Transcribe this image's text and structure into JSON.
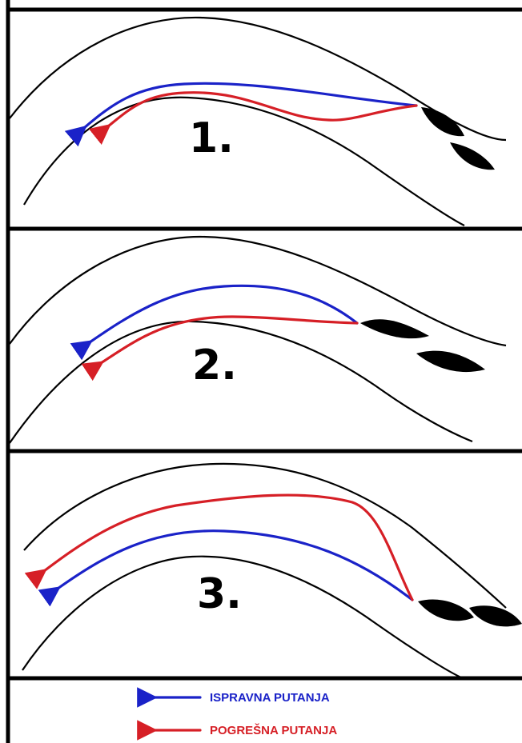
{
  "panels": [
    {
      "label": "1."
    },
    {
      "label": "2."
    },
    {
      "label": "3."
    }
  ],
  "legend": {
    "correct_label": "ISPRAVNA PUTANJA",
    "wrong_label": "POGREŠNA PUTANJA"
  },
  "colors": {
    "correct": "#1a22c8",
    "wrong": "#d61f26",
    "road": "#000000",
    "boat": "#000000"
  },
  "icons": {
    "boat": "boat-silhouette-icon",
    "arrowhead": "arrowhead-icon"
  }
}
